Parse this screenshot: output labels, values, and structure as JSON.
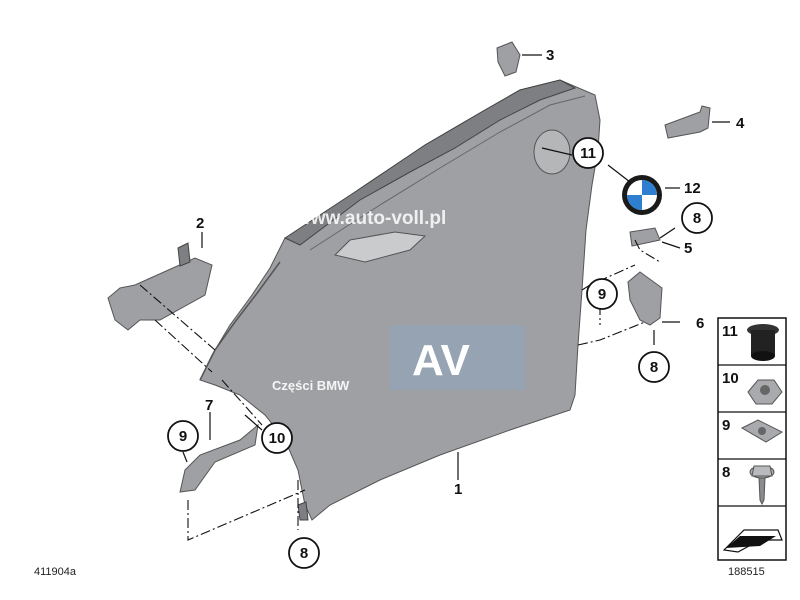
{
  "diagram": {
    "watermark_url": "www.auto-voll.pl",
    "watermark_logo": "AV",
    "watermark_caption": "Części BMW",
    "code_left": "411904a",
    "code_right": "188515",
    "labels": {
      "p1": "1",
      "p2": "2",
      "p3": "3",
      "p4": "4",
      "p5": "5",
      "p6": "6",
      "p7": "7",
      "p8_a": "8",
      "p8_b": "8",
      "p8_c": "8",
      "p9_a": "9",
      "p9_b": "9",
      "p10": "10",
      "p11": "11",
      "p12": "12"
    },
    "legend": {
      "items": [
        "11",
        "10",
        "9",
        "8"
      ]
    }
  }
}
